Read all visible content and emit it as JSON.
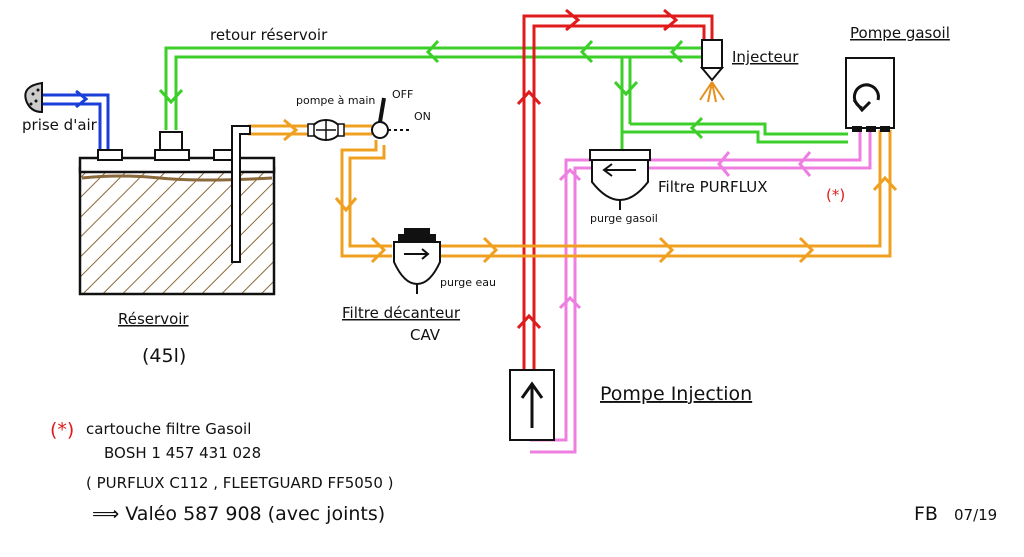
{
  "labels": {
    "prise_air": "prise d'air",
    "retour_reservoir": "retour réservoir",
    "pompe_main": "pompe à main",
    "off": "OFF",
    "on": "ON",
    "injecteur": "Injecteur",
    "pompe_gasoil": "Pompe gasoil",
    "filtre_purflux": "Filtre PURFLUX",
    "star_mark": "(*)",
    "purge_gasoil": "purge gasoil",
    "purge_eau": "purge eau",
    "filtre_decanteur": "Filtre décanteur",
    "cav": "CAV",
    "reservoir": "Réservoir",
    "capacity": "(45l)",
    "pompe_injection": "Pompe Injection"
  },
  "notes": {
    "star": "(*)",
    "line1": "cartouche filtre Gasoil",
    "line2": "BOSH 1 457 431 028",
    "line3": "( PURFLUX C112 , FLEETGUARD FF5050 )",
    "line4": "⟹ Valéo 587 908 (avec joints)"
  },
  "signature": {
    "initials": "FB",
    "date": "07/19"
  },
  "colors": {
    "feed": "#f0a020",
    "return": "#3ccf2a",
    "air": "#1a3fd8",
    "injection": "#e01b1b",
    "pump_return": "#ee7fe0",
    "ink": "#111111"
  }
}
